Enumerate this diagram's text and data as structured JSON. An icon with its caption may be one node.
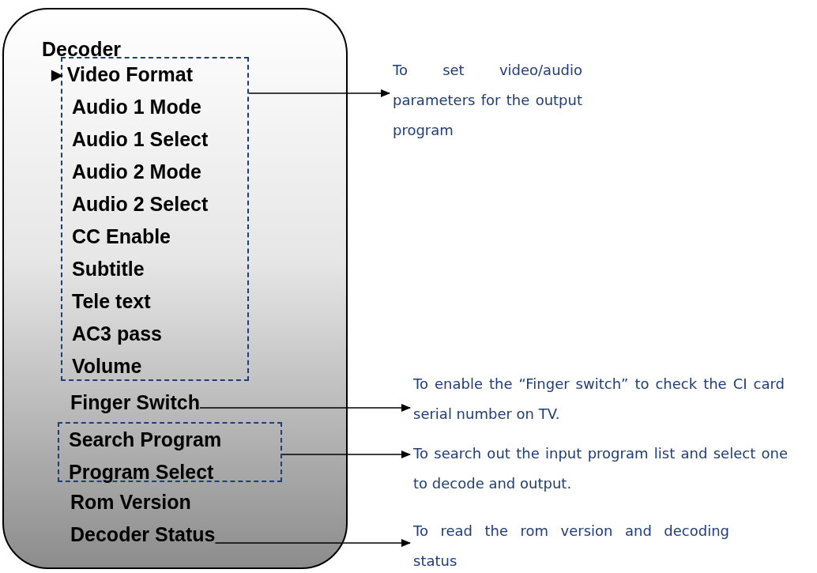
{
  "diagram": {
    "nodes": [
      {
        "text": [
          "Decoder"
        ]
      },
      {
        "text": [
          "►Video Format",
          "Audio 1 Mode",
          "Audio 1 Select",
          "Audio 2 Mode",
          "Audio 2 Select",
          "CC Enable",
          "Subtitle",
          "Tele text",
          "AC3 pass",
          "Volume"
        ],
        "in": 0
      },
      {
        "text": [
          "Finger Switch"
        ],
        "in": 0
      },
      {
        "text": [
          "Search Program",
          "Program Select"
        ],
        "in": 0
      },
      {
        "text": [
          "Rom Version"
        ],
        "in": 0
      },
      {
        "text": [
          "Decoder Status"
        ],
        "in": 0
      },
      {
        "text": [
          "To set video/audio parameters for the output program"
        ]
      },
      {
        "text": [
          "To enable the “Finger switch” to check the CI card serial number on TV."
        ]
      },
      {
        "text": [
          "To search out the input program list and select one to decode and output."
        ]
      },
      {
        "text": [
          "To read the rom version and decoding status"
        ]
      }
    ],
    "edges": [
      {
        "from": 1,
        "to": 6,
        "arrow": "to"
      },
      {
        "from": 2,
        "to": 7,
        "arrow": "to"
      },
      {
        "from": 3,
        "to": 8,
        "arrow": "to"
      },
      {
        "from": 5,
        "to": 9,
        "arrow": "to"
      }
    ]
  }
}
